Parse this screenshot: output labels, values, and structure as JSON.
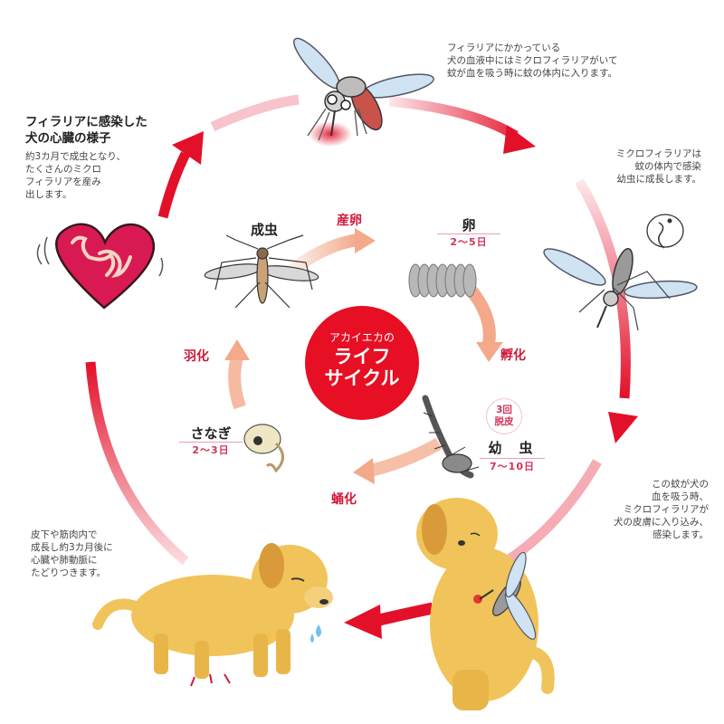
{
  "title": {
    "subtitle": "アカイエカの",
    "main_line1": "ライフ",
    "main_line2": "サイクル"
  },
  "colors": {
    "outer_arrow": "#e3102a",
    "inner_arrow": "#f3a98a",
    "center_circle": "#e60f24",
    "stage_verb": "#d11a3a",
    "days": "#d2345a",
    "heart": "#d91a52",
    "dog": "#f0c45a"
  },
  "inner_cycle": {
    "stages": [
      {
        "name": "成虫",
        "days": ""
      },
      {
        "name": "卵",
        "days": "2～5日"
      },
      {
        "name": "幼　虫",
        "days": "7～10日",
        "badge": "3回\n脱皮"
      },
      {
        "name": "さなぎ",
        "days": "2～3日"
      }
    ],
    "transitions": [
      "産卵",
      "孵化",
      "蛹化",
      "羽化"
    ]
  },
  "outer_cycle": {
    "notes": [
      {
        "id": "top",
        "text": "フィラリアにかかっている\n犬の血液中にはミクロフィラリアがいて\n蚊が血を吸う時に蚊の体内に入ります。"
      },
      {
        "id": "right",
        "text": "ミクロフィラリアは\n蚊の体内で感染\n幼虫に成長します。"
      },
      {
        "id": "bottom_right",
        "text": "この蚊が犬の\n血を吸う時、\nミクロフィラリアが\n犬の皮膚に入り込み、\n感染します。"
      },
      {
        "id": "bottom_left",
        "text": "皮下や筋肉内で\n成長し約3カ月後に\n心臓や肺動脈に\nたどりつきます。"
      },
      {
        "id": "top_left_heading",
        "text": "フィラリアに感染した\n犬の心臓の様子"
      },
      {
        "id": "top_left",
        "text": "約3カ月で成虫となり、\nたくさんのミクロ\nフィラリアを産み\n出します。"
      }
    ]
  },
  "illustrations": {
    "icons": [
      "mosquito-biting-icon",
      "infected-mosquito-icon",
      "sick-dog-icon",
      "bitten-dog-icon",
      "infected-heart-icon",
      "adult-mosquito-icon",
      "eggs-icon",
      "larva-icon",
      "pupa-icon"
    ]
  }
}
